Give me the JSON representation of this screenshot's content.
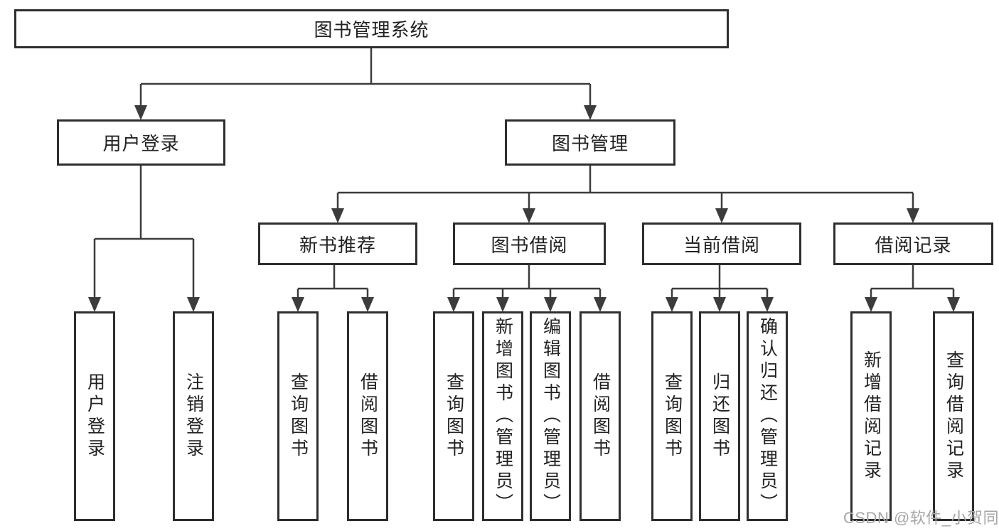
{
  "tree": {
    "label": "图书管理系统",
    "children": [
      {
        "label": "用户登录",
        "children": [
          {
            "label": "用户登录"
          },
          {
            "label": "注销登录"
          }
        ]
      },
      {
        "label": "图书管理",
        "children": [
          {
            "label": "新书推荐",
            "children": [
              {
                "label": "查询图书"
              },
              {
                "label": "借阅图书"
              }
            ]
          },
          {
            "label": "图书借阅",
            "children": [
              {
                "label": "查询图书"
              },
              {
                "label": "新增图书（管理员）"
              },
              {
                "label": "编辑图书（管理员）"
              },
              {
                "label": "借阅图书"
              }
            ]
          },
          {
            "label": "当前借阅",
            "children": [
              {
                "label": "查询图书"
              },
              {
                "label": "归还图书"
              },
              {
                "label": "确认归还（管理员）"
              }
            ]
          },
          {
            "label": "借阅记录",
            "children": [
              {
                "label": "新增借阅记录"
              },
              {
                "label": "查询借阅记录"
              }
            ]
          }
        ]
      }
    ]
  },
  "watermark": {
    "text": "CSDN @软件_小贺同学"
  },
  "colors": {
    "box_border": "#2e2e2e",
    "connector_line": "#3c3c3c",
    "text": "#222222",
    "watermark": "#a6a6a6",
    "background": "#ffffff"
  }
}
